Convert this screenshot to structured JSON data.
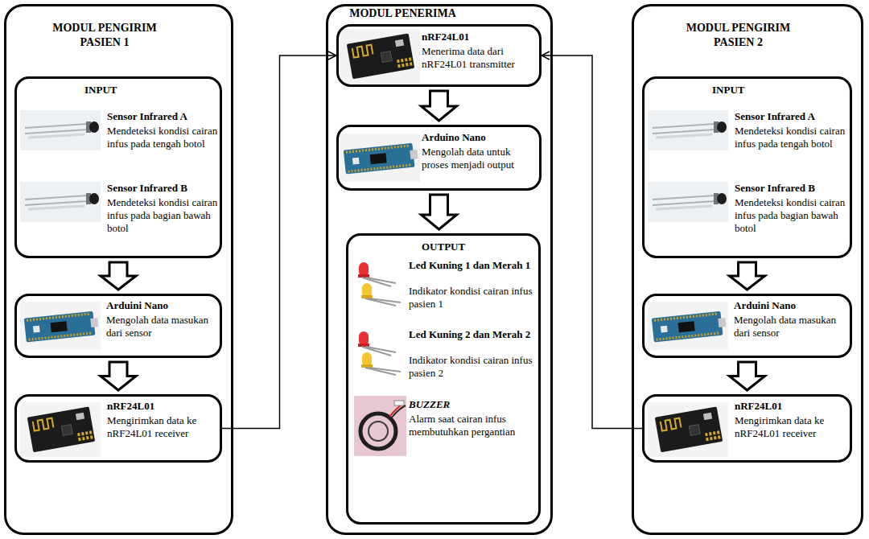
{
  "diagram": {
    "nodes": [
      {
        "text": [
          "MODUL PENGIRIM PASIEN 1"
        ]
      },
      {
        "text": [
          "INPUT",
          "Sensor Infrared A",
          "Mendeteksi kondisi cairan infus pada tengah botol",
          "Sensor Infrared B",
          "Mendeteksi kondisi cairan infus pada bagian bawah botol"
        ],
        "in": 0
      },
      {
        "text": [
          "Arduini Nano",
          "Mengolah data masukan dari sensor"
        ],
        "in": 0
      },
      {
        "text": [
          "nRF24L01",
          "Mengirimkan data ke nRF24L01 receiver"
        ],
        "in": 0
      },
      {
        "text": [
          "MODUL PENERIMA"
        ]
      },
      {
        "text": [
          "nRF24L01",
          "Menerima data dari nRF24L01 transmitter"
        ],
        "in": 4
      },
      {
        "text": [
          "Arduino Nano",
          "Mengolah data untuk proses menjadi output"
        ],
        "in": 4
      },
      {
        "text": [
          "OUTPUT",
          "Led Kuning 1 dan Merah 1",
          "Indikator kondisi cairan infus pasien 1",
          "Led Kuning 2 dan Merah 2",
          "Indikator kondisi cairan infus pasien 2",
          "BUZZER",
          "Alarm saat cairan infus membutuhkan pergantian"
        ],
        "in": 4
      },
      {
        "text": [
          "MODUL PENGIRIM PASIEN 2"
        ]
      },
      {
        "text": [
          "INPUT",
          "Sensor Infrared A",
          "Mendeteksi kondisi cairan infus pada tengah botol",
          "Sensor Infrared B",
          "Mendeteksi kondisi cairan infus pada bagian bawah botol"
        ],
        "in": 8
      },
      {
        "text": [
          "Arduini Nano",
          "Mengolah data masukan dari sensor"
        ],
        "in": 8
      },
      {
        "text": [
          "nRF24L01",
          "Mengirimkan data ke nRF24L01 receiver"
        ],
        "in": 8
      }
    ],
    "edges": [
      {
        "from": 1,
        "to": 2,
        "arrow": "to"
      },
      {
        "from": 2,
        "to": 3,
        "arrow": "to"
      },
      {
        "from": 3,
        "to": 5,
        "arrow": "to"
      },
      {
        "from": 5,
        "to": 6,
        "arrow": "to"
      },
      {
        "from": 6,
        "to": 7,
        "arrow": "to"
      },
      {
        "from": 9,
        "to": 10,
        "arrow": "to"
      },
      {
        "from": 10,
        "to": 11,
        "arrow": "to"
      },
      {
        "from": 11,
        "to": 5,
        "arrow": "to"
      }
    ]
  }
}
